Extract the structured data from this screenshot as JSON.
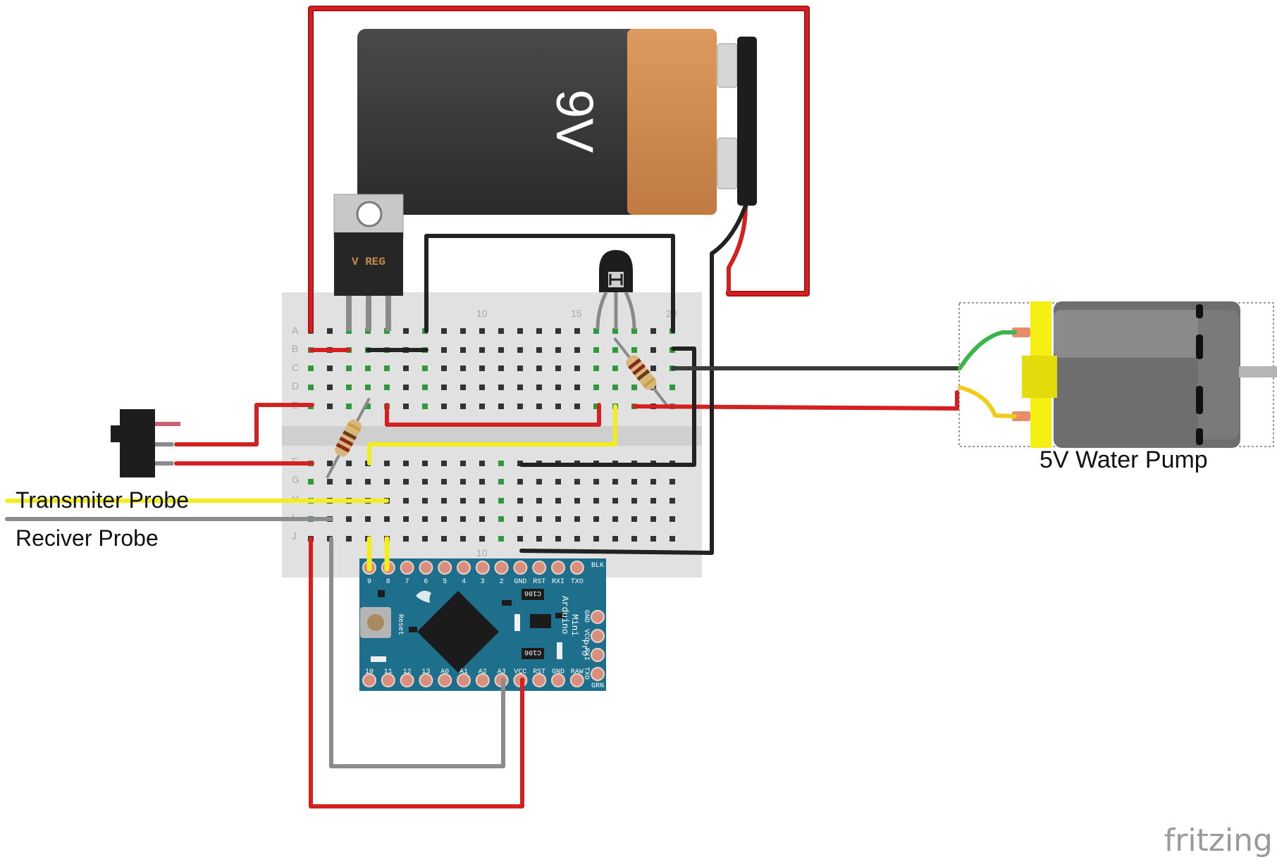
{
  "battery": {
    "label": "9V"
  },
  "regulator": {
    "label": "V REG"
  },
  "breadboard": {
    "rows_top": [
      "A",
      "B",
      "C",
      "D",
      "E"
    ],
    "rows_bottom": [
      "F",
      "G",
      "H",
      "I",
      "J"
    ],
    "col_labels": [
      "10",
      "15",
      "20"
    ],
    "col_label_bottom": "10"
  },
  "arduino": {
    "name_lines": [
      "Arduino",
      "Mini",
      "Pro"
    ],
    "top_pins": [
      "9",
      "8",
      "7",
      "6",
      "5",
      "4",
      "3",
      "2",
      "GND",
      "RST",
      "RXI",
      "TXO",
      "BLK"
    ],
    "bottom_pins": [
      "10",
      "11",
      "12",
      "13",
      "A0",
      "A1",
      "A2",
      "A3",
      "VCC",
      "RST",
      "GND",
      "RAW",
      "GRN"
    ],
    "side_pins": [
      "GND",
      "VCC",
      "RXI",
      "TXO"
    ],
    "reset_label": "Reset",
    "cap_label": "C106"
  },
  "labels": {
    "transmitter": "Transmiter Probe",
    "receiver": "Reciver Probe",
    "pump": "5V Water Pump",
    "watermark": "fritzing"
  },
  "colors": {
    "wire_red": "#cc1a1a",
    "wire_black": "#222222",
    "wire_yellow": "#f2ee1d",
    "wire_gray": "#8c8c8c",
    "wire_green": "#3bb54a",
    "battery_body": "#333333",
    "battery_cap": "#d08a4f",
    "arduino_blue": "#1d6f8c",
    "pump_yellow": "#f5ef12",
    "pump_gray": "#707070",
    "breadboard": "#e1e1e1"
  }
}
